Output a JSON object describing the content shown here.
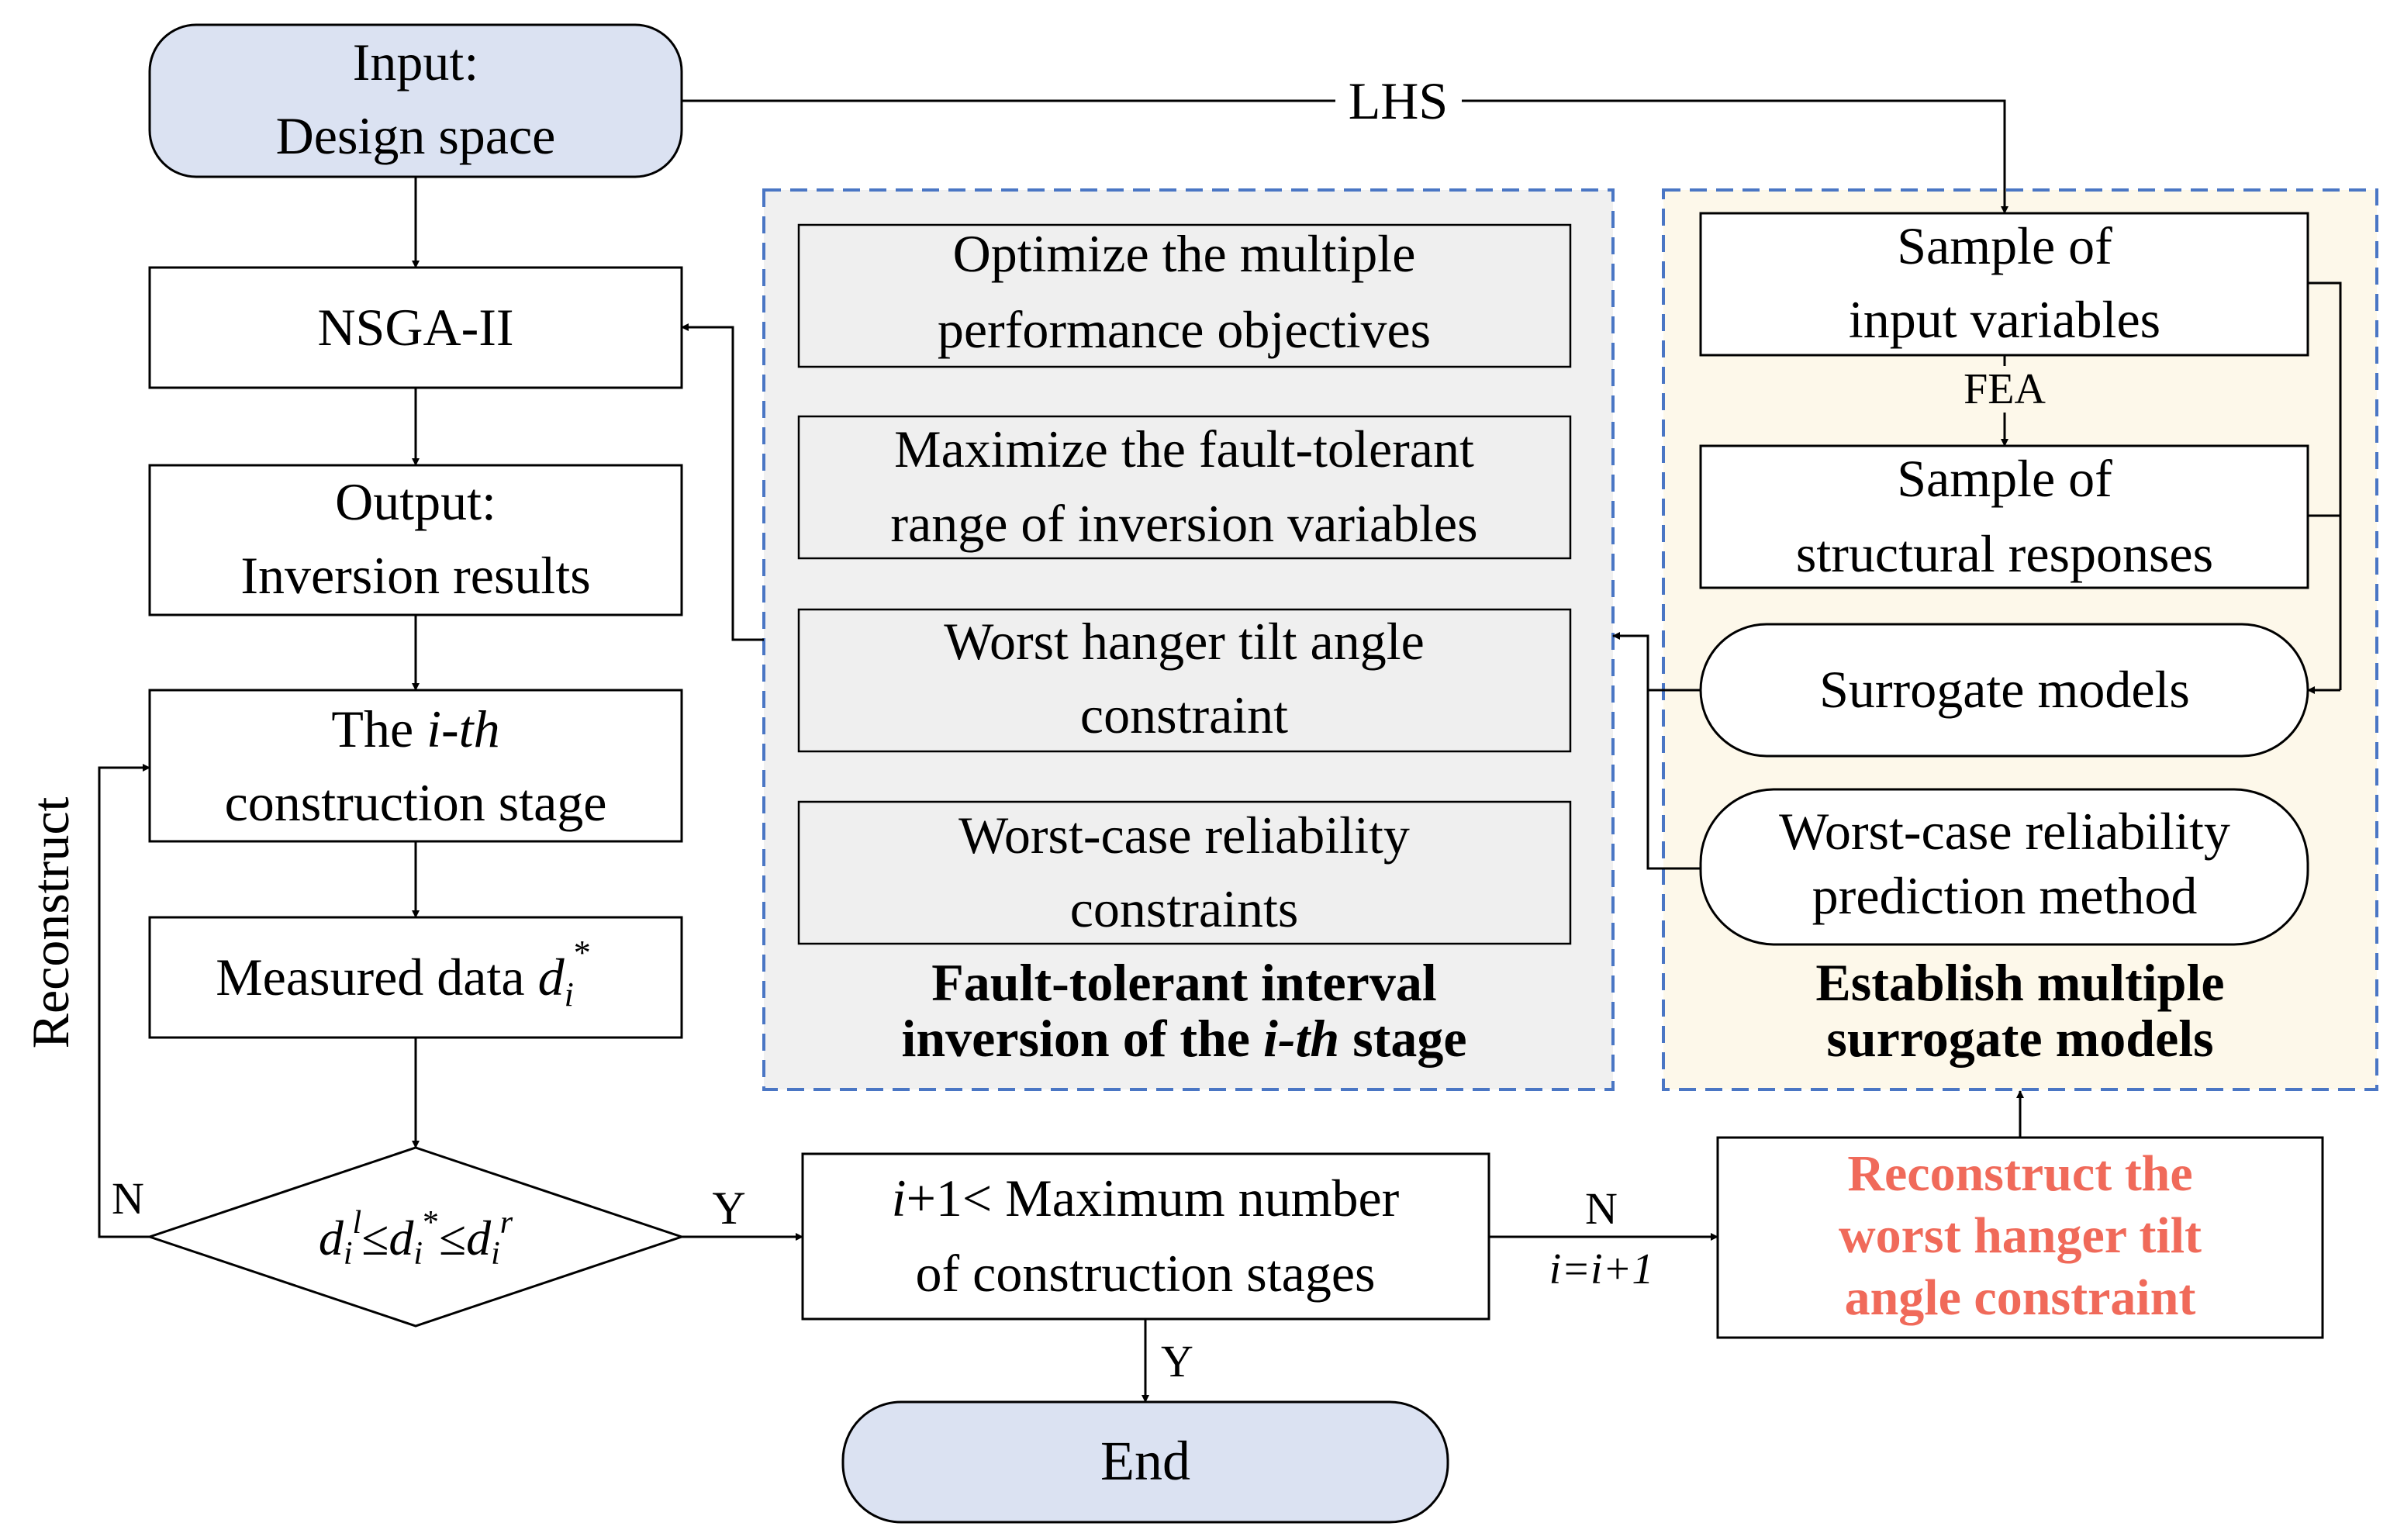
{
  "nodes": {
    "input_line1": "Input:",
    "input_line2": "Design space",
    "nsga": "NSGA-II",
    "output_line1": "Output:",
    "output_line2": "Inversion results",
    "stage_prefix": "The ",
    "stage_italic": "i-th",
    "stage_line2": "construction stage",
    "measured": "Measured data ",
    "decision_text": "d",
    "maxstage_line1_italic": "i",
    "maxstage_line1_rest": "+1< Maximum number",
    "maxstage_line2": "of construction stages",
    "end": "End",
    "reconstruct_line1": "Reconstruct  the",
    "reconstruct_line2": "worst hanger tilt",
    "reconstruct_line3": "angle constraint"
  },
  "inversion_panel": {
    "item1_line1": "Optimize the multiple",
    "item1_line2": "performance objectives",
    "item2_line1": "Maximize the fault-tolerant",
    "item2_line2": "range of inversion variables",
    "item3_line1": "Worst hanger tilt angle",
    "item3_line2": "constraint",
    "item4_line1": "Worst-case reliability",
    "item4_line2": "constraints",
    "title_line1": "Fault-tolerant interval",
    "title_line2_a": "inversion of the ",
    "title_line2_italic": "i-th",
    "title_line2_b": " stage"
  },
  "surrogate_panel": {
    "sample_input_line1": "Sample of",
    "sample_input_line2": "input variables",
    "sample_resp_line1": "Sample of",
    "sample_resp_line2": "structural responses",
    "surrogate_models": "Surrogate models",
    "wcr_line1": "Worst-case reliability",
    "wcr_line2": "prediction method",
    "title_line1": "Establish multiple",
    "title_line2": "surrogate models"
  },
  "edge_labels": {
    "lhs": "LHS",
    "fea": "FEA",
    "reconstruct": "Reconstruct",
    "n_left": "N",
    "y_right": "Y",
    "n_mid": "N",
    "i_update": "i=i+1",
    "y_down": "Y"
  },
  "colors": {
    "pill_fill": "#dbe2f2",
    "inversion_panel_bg": "#f0f0f0",
    "surrogate_panel_bg": "#fdf8ea",
    "dashed_border": "#4a76c4",
    "reconstruct_text": "#f06a5a"
  }
}
